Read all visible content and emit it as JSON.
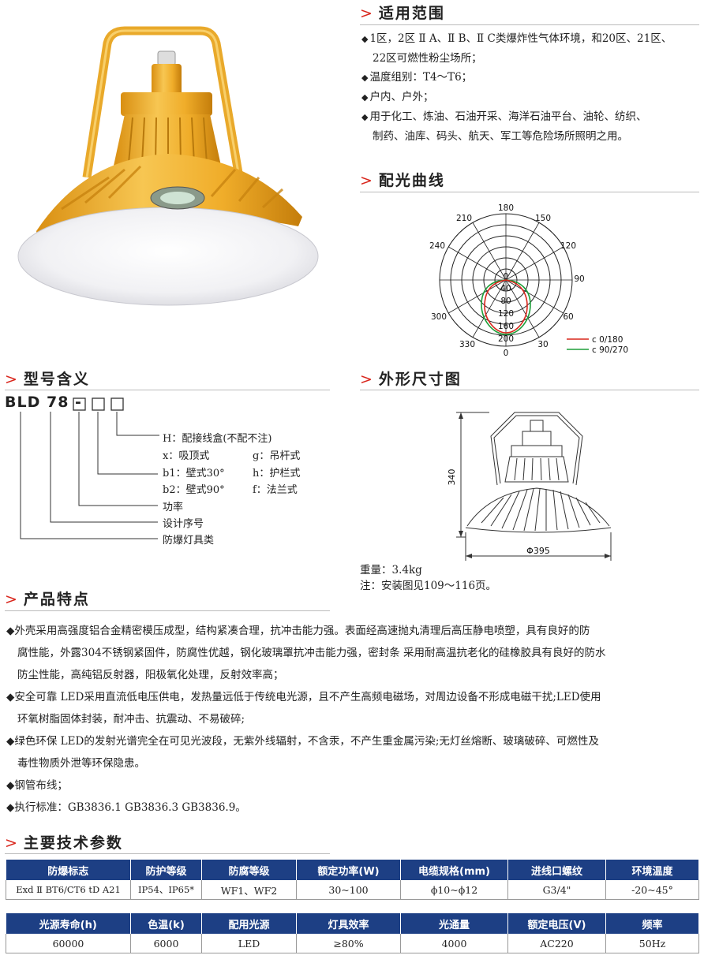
{
  "scope": {
    "title": "适用范围",
    "items": [
      {
        "l1": "1区，2区 Ⅱ A、Ⅱ B、Ⅱ C类爆炸性气体环境，和20区、21区、",
        "l2": "22区可燃性粉尘场所；"
      },
      {
        "l1": "温度组别：T4～T6；"
      },
      {
        "l1": "户内、户外；"
      },
      {
        "l1": "用于化工、炼油、石油开采、海洋石油平台、油轮、纺织、",
        "l2": "制药、油库、码头、航天、军工等危险场所照明之用。"
      }
    ]
  },
  "curve": {
    "title": "配光曲线",
    "angle_labels": [
      "180",
      "150",
      "120",
      "90",
      "60",
      "30",
      "0",
      "330",
      "300",
      "240",
      "210"
    ],
    "radial_labels": [
      "0",
      "40",
      "80",
      "120",
      "160",
      "200"
    ],
    "legend": [
      {
        "label": "c 0/180",
        "color": "#d9261c"
      },
      {
        "label": "c 90/270",
        "color": "#1e9e3a"
      }
    ]
  },
  "model": {
    "title": "型号含义",
    "code": "BLD 78 -",
    "lines": {
      "h": "H：配接线盒(不配不注)",
      "x": "x：吸顶式",
      "g": "g：吊杆式",
      "b1": "b1：壁式30°",
      "h2": "h：护栏式",
      "b2": "b2：壁式90°",
      "f": "f：法兰式",
      "power": "功率",
      "design": "设计序号",
      "type": "防爆灯具类"
    }
  },
  "dims": {
    "title": "外形尺寸图",
    "height_label": "340",
    "width_label": "Φ395",
    "weight": "重量：3.4kg",
    "note": "注：安装图见109～116页。"
  },
  "features": {
    "title": "产品特点",
    "items": [
      {
        "lines": [
          "外壳采用高强度铝合金精密模压成型，结构紧凑合理，抗冲击能力强。表面经高速抛丸清理后高压静电喷塑，具有良好的防",
          "腐性能，外露304不锈钢紧固件，防腐性优越，钢化玻璃罩抗冲击能力强，密封条 采用耐高温抗老化的硅橡胶具有良好的防水",
          "防尘性能，高纯铝反射器，阳极氧化处理，反射效率高；"
        ]
      },
      {
        "lines": [
          "安全可靠 LED采用直流低电压供电，发热量远低于传统电光源，且不产生高频电磁场，对周边设备不形成电磁干扰;LED使用",
          "环氧树脂固体封装，耐冲击、抗震动、不易破碎;"
        ]
      },
      {
        "lines": [
          "绿色环保 LED的发射光谱完全在可见光波段，无紫外线辐射，不含汞，不产生重金属污染;无灯丝熔断、玻璃破碎、可燃性及",
          "毒性物质外泄等环保隐患。"
        ]
      },
      {
        "lines": [
          "钢管布线；"
        ]
      },
      {
        "lines": [
          "执行标准：GB3836.1 GB3836.3 GB3836.9。"
        ]
      }
    ]
  },
  "specs": {
    "title": "主要技术参数",
    "table1": {
      "headers": [
        "防爆标志",
        "防护等级",
        "防腐等级",
        "额定功率(W)",
        "电缆规格(mm)",
        "进线口螺纹",
        "环境温度"
      ],
      "row": [
        "Exd Ⅱ BT6/CT6 tD A21",
        "IP54、IP65*",
        "WF1、WF2",
        "30~100",
        "ϕ10~ϕ12",
        "G3/4\"",
        "-20~45°"
      ]
    },
    "table2": {
      "headers": [
        "光源寿命(h)",
        "色温(k)",
        "配用光源",
        "灯具效率",
        "光通量",
        "额定电压(V)",
        "频率"
      ],
      "row": [
        "60000",
        "6000",
        "LED",
        "≥80%",
        "4000",
        "AC220",
        "50Hz"
      ]
    }
  },
  "colors": {
    "accent": "#d9261c",
    "header_bg": "#1d3f84",
    "lamp_body": "#f2b233"
  }
}
